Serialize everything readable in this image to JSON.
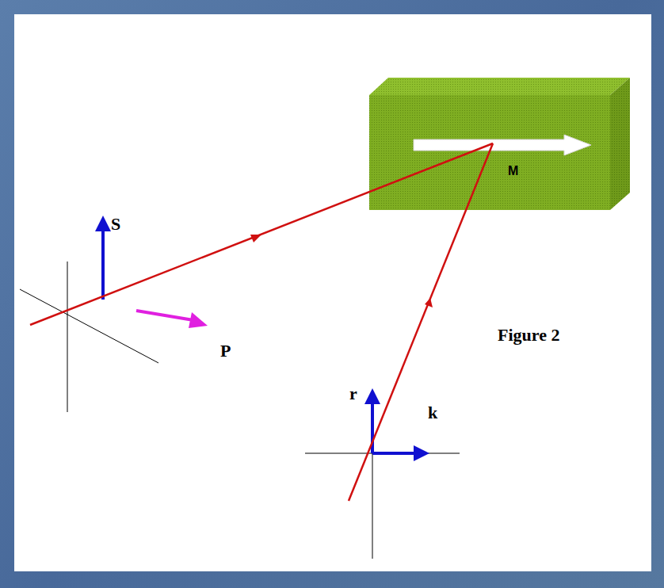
{
  "diagram": {
    "nodes": [
      {
        "text": [
          "M"
        ]
      }
    ],
    "labels": [
      "S",
      "P",
      "r",
      "k",
      "Figure 2"
    ]
  }
}
